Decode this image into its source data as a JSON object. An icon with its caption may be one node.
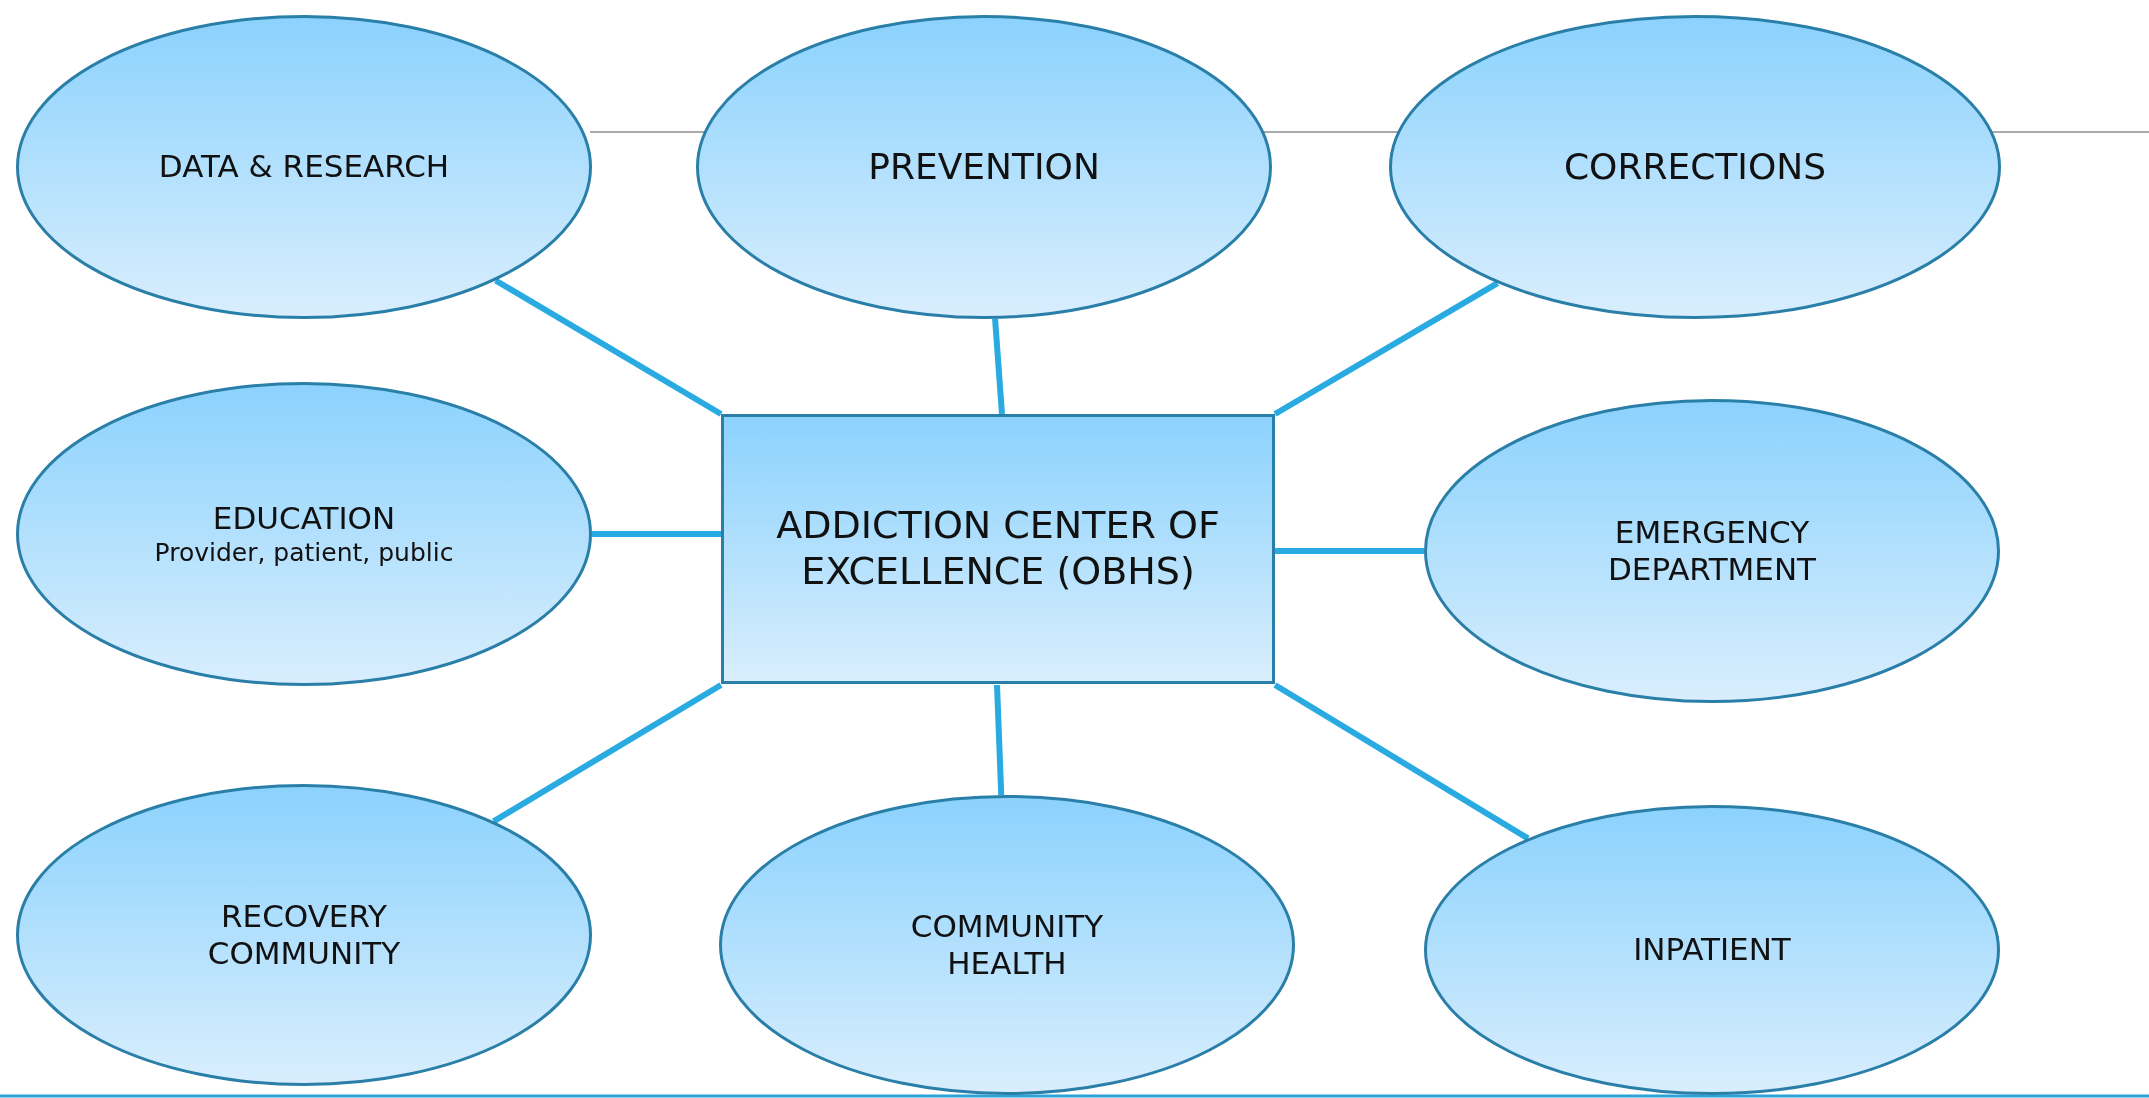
{
  "diagram": {
    "nodes": [
      {
        "text": [
          "DATA & RESEARCH"
        ]
      },
      {
        "text": [
          "PREVENTION"
        ]
      },
      {
        "text": [
          "CORRECTIONS"
        ]
      },
      {
        "text": [
          "EDUCATION",
          "Provider, patient, public"
        ]
      },
      {
        "text": [
          "ADDICTION CENTER OF EXCELLENCE (OBHS)"
        ]
      },
      {
        "text": [
          "EMERGENCY DEPARTMENT"
        ]
      },
      {
        "text": [
          "RECOVERY COMMUNITY"
        ]
      },
      {
        "text": [
          "COMMUNITY HEALTH"
        ]
      },
      {
        "text": [
          "INPATIENT"
        ]
      }
    ],
    "edges": [
      {
        "from": 4,
        "to": 0,
        "arrow": "none"
      },
      {
        "from": 4,
        "to": 1,
        "arrow": "none"
      },
      {
        "from": 4,
        "to": 2,
        "arrow": "none"
      },
      {
        "from": 4,
        "to": 3,
        "arrow": "none"
      },
      {
        "from": 4,
        "to": 5,
        "arrow": "none"
      },
      {
        "from": 4,
        "to": 6,
        "arrow": "none"
      },
      {
        "from": 4,
        "to": 7,
        "arrow": "none"
      },
      {
        "from": 4,
        "to": 8,
        "arrow": "none"
      }
    ]
  }
}
